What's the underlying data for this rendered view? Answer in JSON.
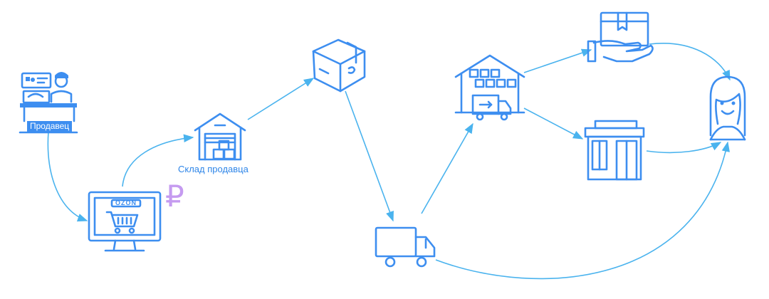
{
  "labels": {
    "seller": "Продавец",
    "seller_warehouse": "Склад продавца",
    "ozon_logo": "OZON",
    "currency_symbol": "₽"
  },
  "nodes": [
    {
      "id": "seller",
      "icon": "seller-desk-icon"
    },
    {
      "id": "ozon-store",
      "icon": "monitor-cart-icon"
    },
    {
      "id": "seller-warehouse",
      "icon": "warehouse-icon"
    },
    {
      "id": "parcel",
      "icon": "box-icon"
    },
    {
      "id": "delivery-truck",
      "icon": "truck-icon"
    },
    {
      "id": "ozon-fulfillment",
      "icon": "fulfillment-center-icon"
    },
    {
      "id": "courier-handover",
      "icon": "hand-box-icon"
    },
    {
      "id": "pickup-point",
      "icon": "storefront-icon"
    },
    {
      "id": "customer",
      "icon": "customer-icon"
    }
  ],
  "edges": [
    [
      "seller",
      "ozon-store"
    ],
    [
      "ozon-store",
      "seller-warehouse"
    ],
    [
      "seller-warehouse",
      "parcel"
    ],
    [
      "parcel",
      "delivery-truck"
    ],
    [
      "delivery-truck",
      "ozon-fulfillment"
    ],
    [
      "delivery-truck",
      "customer"
    ],
    [
      "ozon-fulfillment",
      "courier-handover"
    ],
    [
      "ozon-fulfillment",
      "pickup-point"
    ],
    [
      "courier-handover",
      "customer"
    ],
    [
      "pickup-point",
      "customer"
    ]
  ],
  "colors": {
    "icon": "#3d8ef0",
    "arrow": "#4ab3ee",
    "currency": "#c59bf0"
  }
}
